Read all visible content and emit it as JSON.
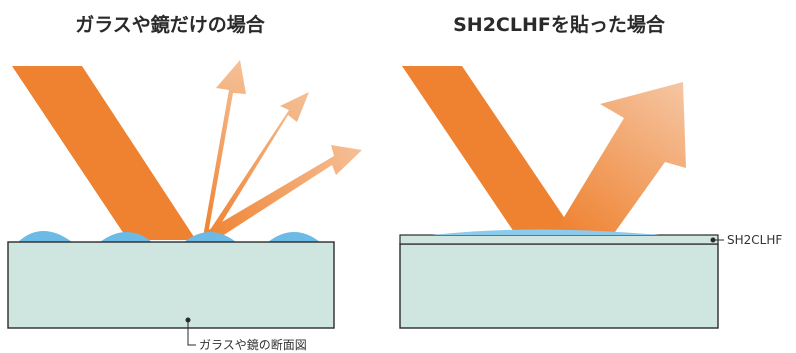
{
  "left_panel": {
    "title": "ガラスや鏡だけの場合",
    "callout": "ガラスや鏡の断面図"
  },
  "right_panel": {
    "title": "SH2CLHFを貼った場合",
    "callout": "SH2CLHF"
  },
  "colors": {
    "beam": "#ef8230",
    "beam_faded": "#f4b88f",
    "glass_fill": "#cfe6e0",
    "outline": "#2a2a2a",
    "droplet": "#6cbbe6",
    "film": "#a9d6ef"
  }
}
